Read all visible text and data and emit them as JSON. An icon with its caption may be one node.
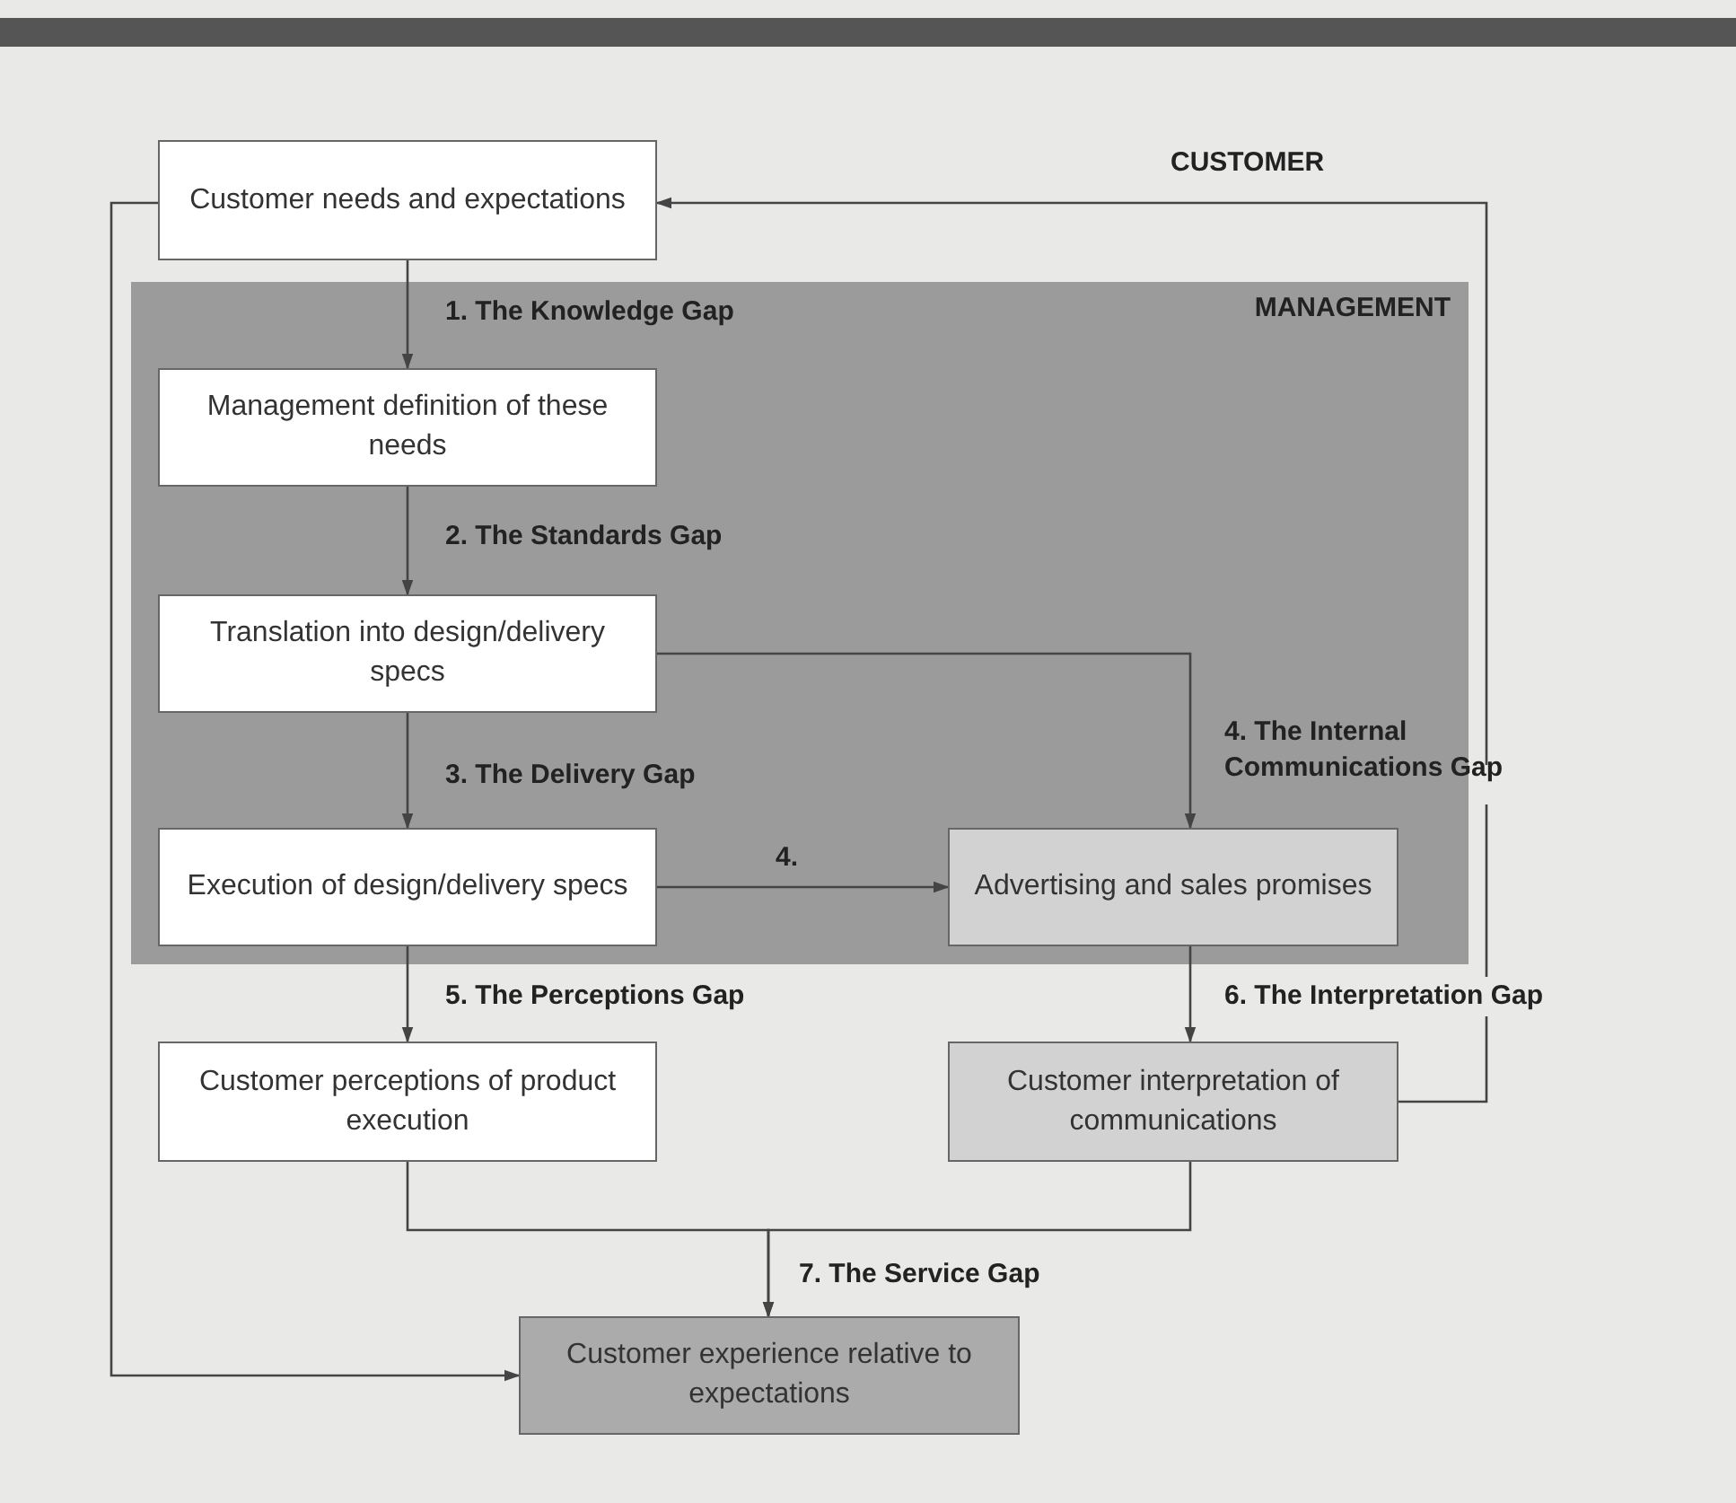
{
  "diagram": {
    "nodes": [
      {
        "text": [
          "MANAGEMENT"
        ]
      },
      {
        "text": [
          "Customer needs and expectations"
        ]
      },
      {
        "text": [
          "Management definition of these needs"
        ],
        "in": 0
      },
      {
        "text": [
          "Translation into design/delivery specs"
        ],
        "in": 0
      },
      {
        "text": [
          "Execution of design/delivery specs"
        ],
        "in": 0
      },
      {
        "text": [
          "Advertising and sales promises"
        ],
        "in": 0
      },
      {
        "text": [
          "Customer perceptions of product execution"
        ]
      },
      {
        "text": [
          "Customer interpretation of communications"
        ]
      },
      {
        "text": [
          "Customer experience relative to expectations"
        ]
      }
    ],
    "edges": [
      {
        "from": 1,
        "to": 2,
        "arrow": "to",
        "label": "1. The Knowledge Gap"
      },
      {
        "from": 2,
        "to": 3,
        "arrow": "to",
        "label": "2. The Standards Gap"
      },
      {
        "from": 3,
        "to": 5,
        "arrow": "to",
        "label": "4. The Internal Communications Gap"
      },
      {
        "from": 3,
        "to": 4,
        "arrow": "to",
        "label": "3. The Delivery Gap"
      },
      {
        "from": 4,
        "to": 5,
        "arrow": "to",
        "label": "4."
      },
      {
        "from": 4,
        "to": 6,
        "arrow": "to",
        "label": "5. The Perceptions Gap"
      },
      {
        "from": 5,
        "to": 7,
        "arrow": "to",
        "label": "6. The Interpretation Gap"
      },
      {
        "from": 7,
        "to": 1,
        "arrow": "to"
      },
      {
        "from": 6,
        "to": 8,
        "arrow": "to",
        "label": "7. The Service Gap"
      },
      {
        "from": 7,
        "to": 8,
        "arrow": "to"
      },
      {
        "from": 1,
        "to": 8,
        "arrow": "to"
      }
    ],
    "labels": [
      "CUSTOMER"
    ]
  }
}
